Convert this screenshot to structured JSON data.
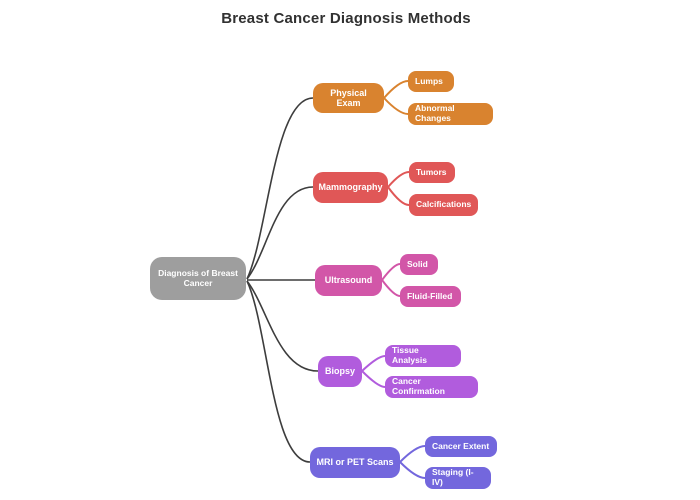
{
  "title": "Breast Cancer Diagnosis Methods",
  "colors": {
    "root": "#9e9e9e",
    "edge": "#3d3d3d",
    "physical_exam": "#d9832f",
    "mammography": "#e05757",
    "ultrasound": "#d256a8",
    "biopsy": "#b15cdd",
    "mri_pet": "#7367dd"
  },
  "root": {
    "label": "Diagnosis of Breast Cancer"
  },
  "branches": [
    {
      "label": "Physical Exam",
      "color": "#d9832f",
      "children": [
        {
          "label": "Lumps"
        },
        {
          "label": "Abnormal Changes"
        }
      ]
    },
    {
      "label": "Mammography",
      "color": "#e05757",
      "children": [
        {
          "label": "Tumors"
        },
        {
          "label": "Calcifications"
        }
      ]
    },
    {
      "label": "Ultrasound",
      "color": "#d256a8",
      "children": [
        {
          "label": "Solid"
        },
        {
          "label": "Fluid-Filled"
        }
      ]
    },
    {
      "label": "Biopsy",
      "color": "#b15cdd",
      "children": [
        {
          "label": "Tissue Analysis"
        },
        {
          "label": "Cancer Confirmation"
        }
      ]
    },
    {
      "label": "MRI or PET Scans",
      "color": "#7367dd",
      "children": [
        {
          "label": "Cancer Extent"
        },
        {
          "label": "Staging (I-IV)"
        }
      ]
    }
  ]
}
